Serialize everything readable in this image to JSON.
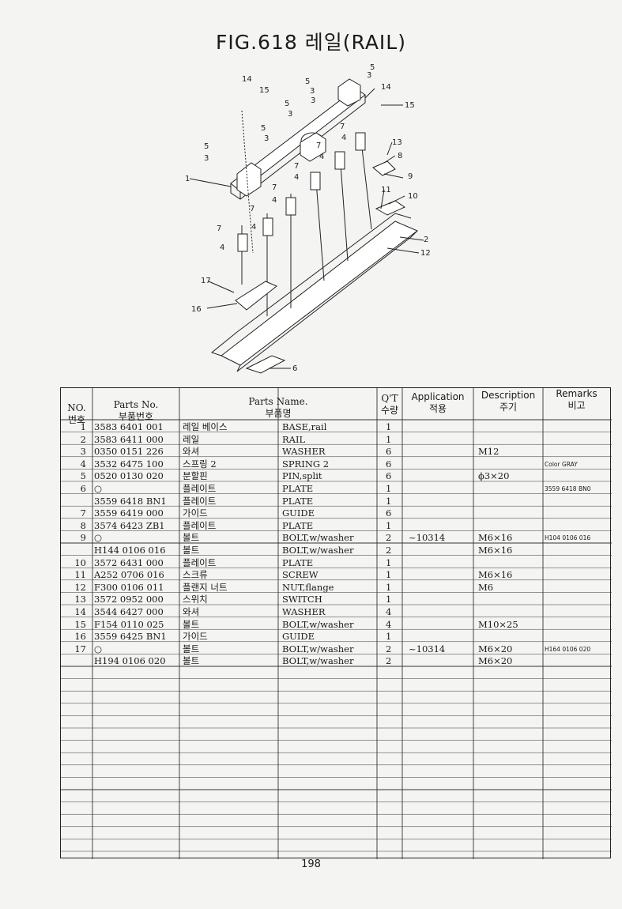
{
  "page": {
    "title": "FIG.618 레일(RAIL)",
    "page_number": "198"
  },
  "diagram": {
    "callouts": [
      "1",
      "2",
      "3",
      "3",
      "3",
      "3",
      "3",
      "4",
      "4",
      "4",
      "4",
      "4",
      "4",
      "5",
      "5",
      "5",
      "5",
      "5",
      "6",
      "7",
      "7",
      "7",
      "7",
      "7",
      "7",
      "8",
      "9",
      "10",
      "11",
      "12",
      "13",
      "14",
      "14",
      "15",
      "15",
      "16",
      "17"
    ]
  },
  "table": {
    "headers": {
      "no_en": "NO.",
      "no_ko": "번호",
      "parts_no_en": "Parts No.",
      "parts_no_ko": "부품번호",
      "parts_name_en": "Parts Name.",
      "parts_name_ko": "부품명",
      "qty_en": "Q'T",
      "qty_ko": "수량",
      "application_en": "Application",
      "application_ko": "적용",
      "description_en": "Description",
      "description_ko": "주기",
      "remarks_en": "Remarks",
      "remarks_ko": "비고"
    },
    "rows": [
      {
        "no": "1",
        "part": "3583 6401 001",
        "name_ko": "레일 베이스",
        "name_en": "BASE,rail",
        "qty": "1",
        "app": "",
        "desc": "",
        "rem": ""
      },
      {
        "no": "2",
        "part": "3583 6411 000",
        "name_ko": "레일",
        "name_en": "RAIL",
        "qty": "1",
        "app": "",
        "desc": "",
        "rem": ""
      },
      {
        "no": "3",
        "part": "0350 0151 226",
        "name_ko": "와셔",
        "name_en": "WASHER",
        "qty": "6",
        "app": "",
        "desc": "M12",
        "rem": ""
      },
      {
        "no": "4",
        "part": "3532 6475 100",
        "name_ko": "스프링 2",
        "name_en": "SPRING 2",
        "qty": "6",
        "app": "",
        "desc": "",
        "rem": "Color GRAY"
      },
      {
        "no": "5",
        "part": "0520 0130 020",
        "name_ko": "분할핀",
        "name_en": "PIN,split",
        "qty": "6",
        "app": "",
        "desc": "ϕ3×20",
        "rem": ""
      },
      {
        "no": "6",
        "part": "○",
        "name_ko": "플레이트",
        "name_en": "PLATE",
        "qty": "1",
        "app": "",
        "desc": "",
        "rem": "3559 6418 BN0"
      },
      {
        "no": "",
        "part": "3559 6418 BN1",
        "name_ko": "플레이트",
        "name_en": "PLATE",
        "qty": "1",
        "app": "",
        "desc": "",
        "rem": ""
      },
      {
        "no": "7",
        "part": "3559 6419 000",
        "name_ko": "가이드",
        "name_en": "GUIDE",
        "qty": "6",
        "app": "",
        "desc": "",
        "rem": ""
      },
      {
        "no": "8",
        "part": "3574 6423 ZB1",
        "name_ko": "플레이트",
        "name_en": "PLATE",
        "qty": "1",
        "app": "",
        "desc": "",
        "rem": ""
      },
      {
        "no": "9",
        "part": "○",
        "name_ko": "볼트",
        "name_en": "BOLT,w/washer",
        "qty": "2",
        "app": "~10314",
        "desc": "M6×16",
        "rem": "H104 0106 016"
      },
      {
        "no": "",
        "part": "H144 0106 016",
        "name_ko": "볼트",
        "name_en": "BOLT,w/washer",
        "qty": "2",
        "app": "",
        "desc": "M6×16",
        "rem": ""
      },
      {
        "no": "10",
        "part": "3572 6431 000",
        "name_ko": "플레이트",
        "name_en": "PLATE",
        "qty": "1",
        "app": "",
        "desc": "",
        "rem": ""
      },
      {
        "no": "11",
        "part": "A252 0706 016",
        "name_ko": "스크류",
        "name_en": "SCREW",
        "qty": "1",
        "app": "",
        "desc": "M6×16",
        "rem": ""
      },
      {
        "no": "12",
        "part": "F300 0106 011",
        "name_ko": "플랜지 너트",
        "name_en": "NUT,flange",
        "qty": "1",
        "app": "",
        "desc": "M6",
        "rem": ""
      },
      {
        "no": "13",
        "part": "3572 0952 000",
        "name_ko": "스위치",
        "name_en": "SWITCH",
        "qty": "1",
        "app": "",
        "desc": "",
        "rem": ""
      },
      {
        "no": "14",
        "part": "3544 6427 000",
        "name_ko": "와셔",
        "name_en": "WASHER",
        "qty": "4",
        "app": "",
        "desc": "",
        "rem": ""
      },
      {
        "no": "15",
        "part": "F154 0110 025",
        "name_ko": "볼트",
        "name_en": "BOLT,w/washer",
        "qty": "4",
        "app": "",
        "desc": "M10×25",
        "rem": ""
      },
      {
        "no": "16",
        "part": "3559 6425 BN1",
        "name_ko": "가이드",
        "name_en": "GUIDE",
        "qty": "1",
        "app": "",
        "desc": "",
        "rem": ""
      },
      {
        "no": "17",
        "part": "○",
        "name_ko": "볼트",
        "name_en": "BOLT,w/washer",
        "qty": "2",
        "app": "~10314",
        "desc": "M6×20",
        "rem": "H164 0106 020"
      },
      {
        "no": "",
        "part": "H194 0106 020",
        "name_ko": "볼트",
        "name_en": "BOLT,w/washer",
        "qty": "2",
        "app": "",
        "desc": "M6×20",
        "rem": ""
      }
    ]
  }
}
